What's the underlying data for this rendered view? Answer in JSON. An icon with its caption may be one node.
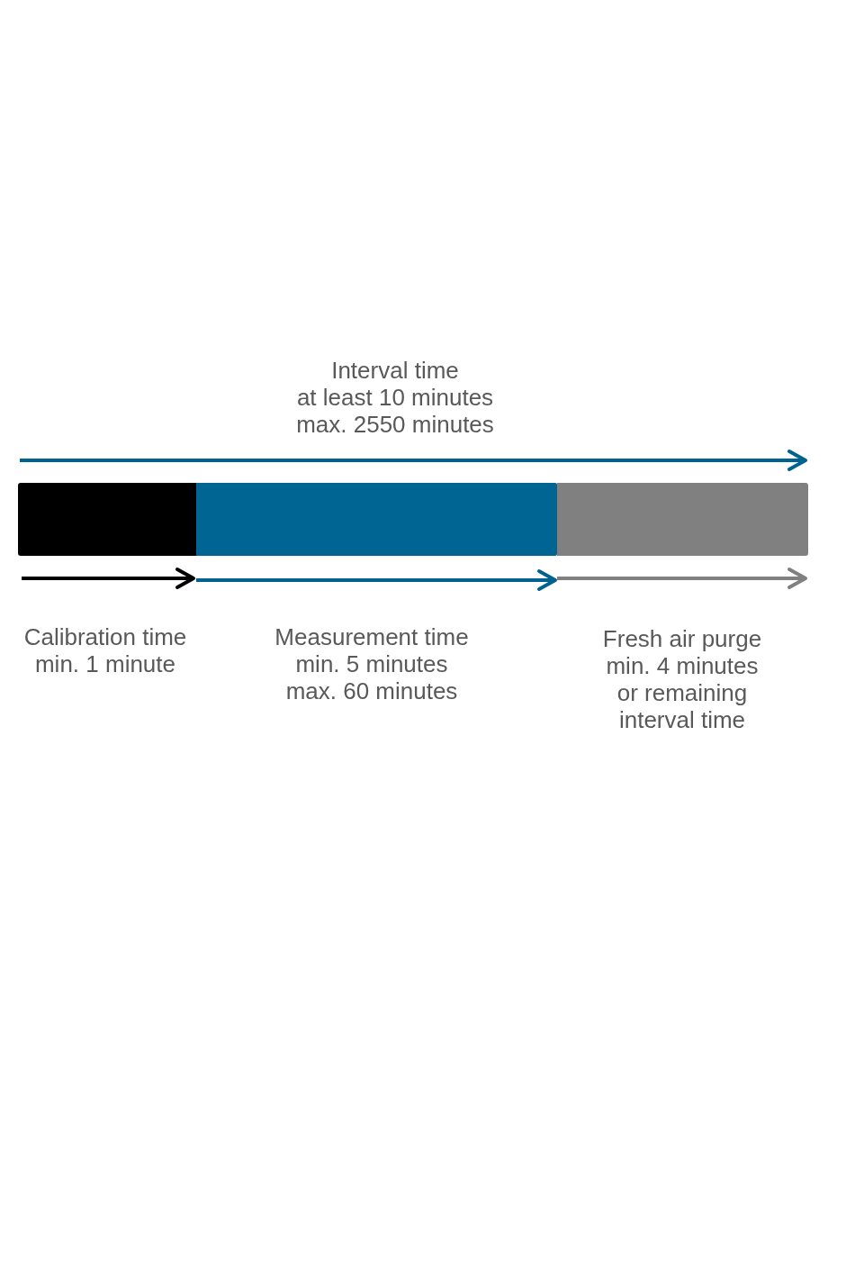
{
  "diagram": {
    "nodes": [
      {
        "text": [],
        "shape": "bar",
        "beside": [
          "Calibration time",
          "min. 1 minute"
        ]
      },
      {
        "text": [],
        "shape": "bar",
        "beside": [
          "Measurement time",
          "min. 5 minutes",
          "max. 60 minutes"
        ]
      },
      {
        "text": [],
        "shape": "bar",
        "beside": [
          "Fresh air purge",
          "min. 4 minutes",
          "or remaining interval time"
        ]
      }
    ],
    "labels": [
      "Interval time",
      "at least 10 minutes",
      "max. 2550 minutes"
    ]
  }
}
